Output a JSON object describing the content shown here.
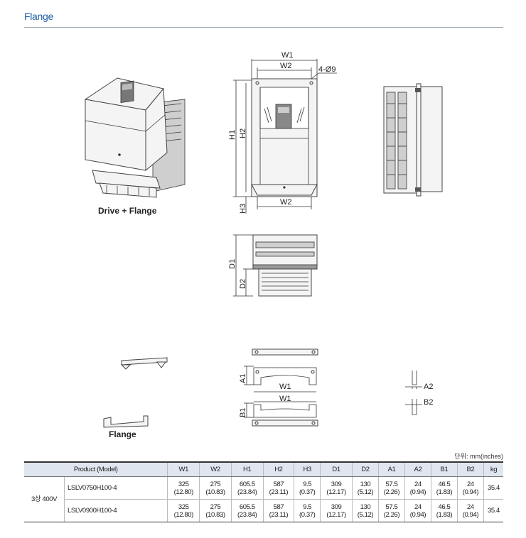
{
  "section": {
    "title": "Flange"
  },
  "captions": {
    "drive_flange": "Drive + Flange",
    "flange": "Flange"
  },
  "dimensions": {
    "w1": "W1",
    "w2": "W2",
    "holes": "4-Ø9",
    "h1": "H1",
    "h2": "H2",
    "h3": "H3",
    "d1": "D1",
    "d2": "D2",
    "a1": "A1",
    "a2": "A2",
    "b1": "B1",
    "b2": "B2"
  },
  "unit_note": "단위: mm(inches)",
  "table": {
    "product_header": "Product (Model)",
    "columns": [
      "W1",
      "W2",
      "H1",
      "H2",
      "H3",
      "D1",
      "D2",
      "A1",
      "A2",
      "B1",
      "B2",
      "kg"
    ],
    "group": "3상 400V",
    "rows": [
      {
        "model": "LSLV0750H100-4",
        "cells": [
          [
            "325",
            "(12.80)"
          ],
          [
            "275",
            "(10.83)"
          ],
          [
            "605.5",
            "(23.84)"
          ],
          [
            "587",
            "(23.11)"
          ],
          [
            "9.5",
            "(0.37)"
          ],
          [
            "309",
            "(12.17)"
          ],
          [
            "130",
            "(5.12)"
          ],
          [
            "57.5",
            "(2.26)"
          ],
          [
            "24",
            "(0.94)"
          ],
          [
            "46.5",
            "(1.83)"
          ],
          [
            "24",
            "(0.94)"
          ],
          [
            "35.4",
            ""
          ]
        ]
      },
      {
        "model": "LSLV0900H100-4",
        "cells": [
          [
            "325",
            "(12.80)"
          ],
          [
            "275",
            "(10.83)"
          ],
          [
            "605.5",
            "(23.84)"
          ],
          [
            "587",
            "(23.11)"
          ],
          [
            "9.5",
            "(0.37)"
          ],
          [
            "309",
            "(12.17)"
          ],
          [
            "130",
            "(5.12)"
          ],
          [
            "57.5",
            "(2.26)"
          ],
          [
            "24",
            "(0.94)"
          ],
          [
            "46.5",
            "(1.83)"
          ],
          [
            "24",
            "(0.94)"
          ],
          [
            "35.4",
            ""
          ]
        ]
      }
    ]
  }
}
